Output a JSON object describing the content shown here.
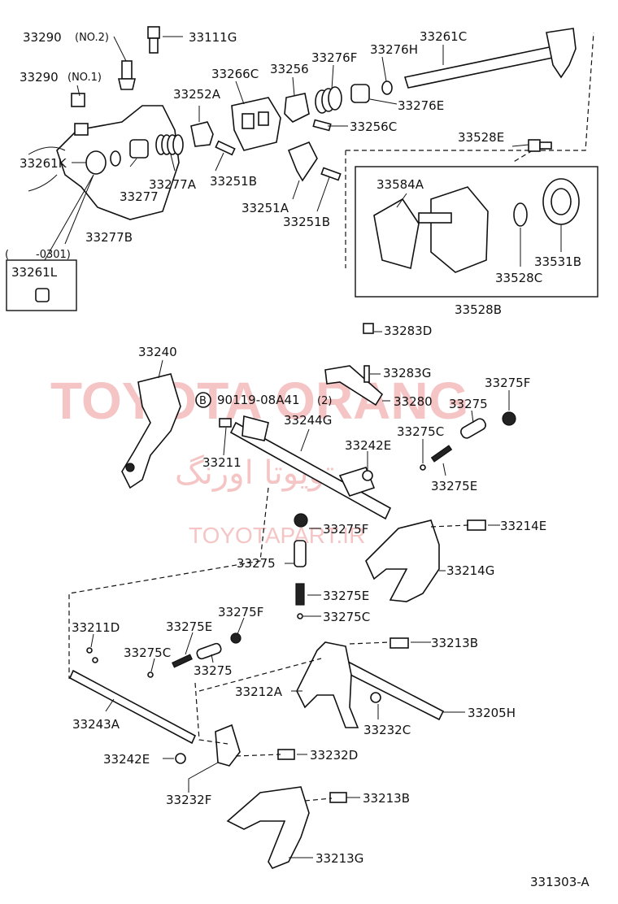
{
  "watermark": {
    "brand": "TOYOTA ORANG",
    "persian": "تویوتا اورنگ",
    "url": "TOYOTAPART.IR"
  },
  "labels": [
    "33290",
    "(NO.2)",
    "33111G",
    "33290",
    "(NO.1)",
    "33261C",
    "33276H",
    "33276F",
    "33266C",
    "33256",
    "33252A",
    "33276E",
    "33256C",
    "33261K",
    "33277",
    "33277A",
    "33251B",
    "33528E",
    "33251A",
    "33251B",
    "33584A",
    "33277B",
    "(",
    "-0301)",
    "33261L",
    "33531B",
    "33528C",
    "33528B",
    "33283D",
    "33240",
    "33283G",
    "33275F",
    "90119-08A41",
    "(2)",
    "33280",
    "33275",
    "33244G",
    "33275C",
    "33242E",
    "33211",
    "33275E",
    "33275F",
    "33214E",
    "33275",
    "33214G",
    "33275E",
    "33275F",
    "33275C",
    "33211D",
    "33275E",
    "33213B",
    "33275C",
    "33275",
    "33212A",
    "33205H",
    "33232C",
    "33243A",
    "33242E",
    "33232D",
    "33232F",
    "33213B",
    "33213G",
    "331303-A"
  ],
  "callout_b": "B"
}
